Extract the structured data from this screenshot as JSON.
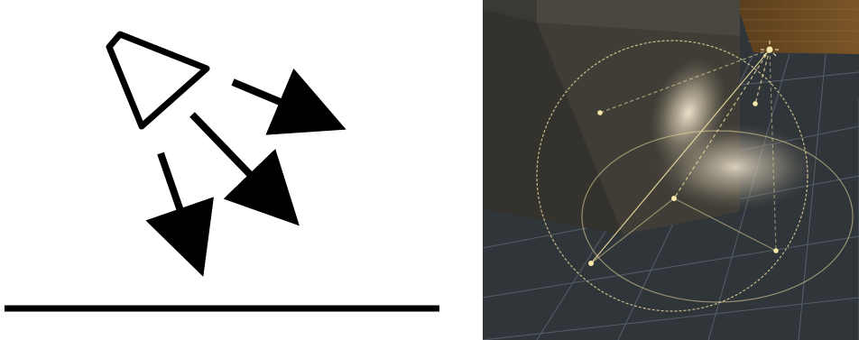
{
  "panels": [
    {
      "kind": "schematic",
      "icon": "spotlight-icon",
      "ray_icon": "arrow-icon",
      "ray_count": 3,
      "surface_icon": "floor-line",
      "stroke_color": "#000000",
      "background_color": "#ffffff"
    },
    {
      "kind": "scene-view-render",
      "light_icon": "spot-light-gizmo-icon",
      "gizmo_color": "#f2e2a4",
      "floor_color": "#2f3438",
      "grid_color": "#56606a",
      "cube_color": "#3a3832",
      "wall_color": "#6b4a22",
      "glow_color": "#efe6cf"
    }
  ]
}
